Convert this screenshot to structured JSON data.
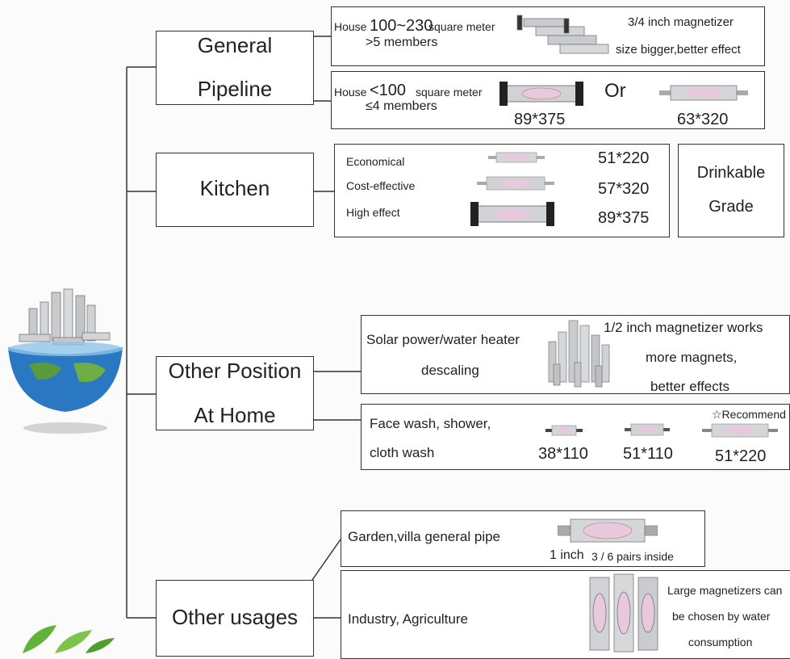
{
  "categories": {
    "general": {
      "line1": "General",
      "line2": "Pipeline"
    },
    "kitchen": {
      "label": "Kitchen"
    },
    "other_home": {
      "line1": "Other Position",
      "line2": "At Home"
    },
    "other_usages": {
      "label": "Other usages"
    }
  },
  "general_large": {
    "house": "House",
    "area": "100~230",
    "unit": "square meter",
    "members": ">5 members",
    "note1": "3/4 inch magnetizer",
    "note2": "size bigger,better effect"
  },
  "general_small": {
    "house": "House",
    "area": "<100",
    "unit": "square meter",
    "members": "≤4 members",
    "size_a": "89*375",
    "or": "Or",
    "size_b": "63*320"
  },
  "kitchen_options": [
    {
      "label": "Economical",
      "size": "51*220"
    },
    {
      "label": "Cost-effective",
      "size": "57*320"
    },
    {
      "label": "High effect",
      "size": "89*375"
    }
  ],
  "drinkable": {
    "line1": "Drinkable",
    "line2": "Grade"
  },
  "solar": {
    "line1": "Solar power/water heater",
    "line2": "descaling",
    "note1": "1/2 inch magnetizer works",
    "note2": "more magnets,",
    "note3": "better effects"
  },
  "face_wash": {
    "line1": "Face wash, shower,",
    "line2": "cloth wash",
    "recommend": "☆Recommend",
    "sizes": [
      "38*110",
      "51*110",
      "51*220"
    ]
  },
  "garden": {
    "label": "Garden,villa general pipe",
    "note_a": "1 inch",
    "note_b": "3 / 6 pairs inside"
  },
  "industry": {
    "label": "Industry, Agriculture",
    "note1": "Large magnetizers can",
    "note2": "be chosen by water",
    "note3": "consumption"
  },
  "colors": {
    "line": "#333333",
    "device_steel": "#b9bcc0",
    "device_label": "#e8c8dc",
    "earth_ocean": "#2a78c2",
    "earth_land": "#5a9a3a"
  }
}
